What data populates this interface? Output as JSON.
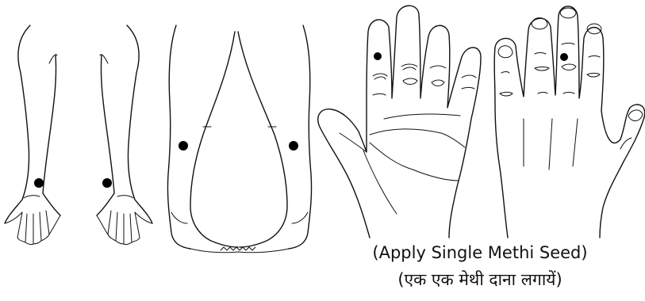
{
  "caption": {
    "line1": "(Apply Single Methi Seed)",
    "line2": "(एक एक मेथी दाना लगायें)"
  },
  "colors": {
    "ink": "#111111",
    "dot": "#000000",
    "background": "#ffffff"
  },
  "figures": [
    {
      "name": "arms",
      "points": 2
    },
    {
      "name": "legs",
      "points": 2
    },
    {
      "name": "palm",
      "points": 1
    },
    {
      "name": "back-of-hand",
      "points": 1
    }
  ]
}
